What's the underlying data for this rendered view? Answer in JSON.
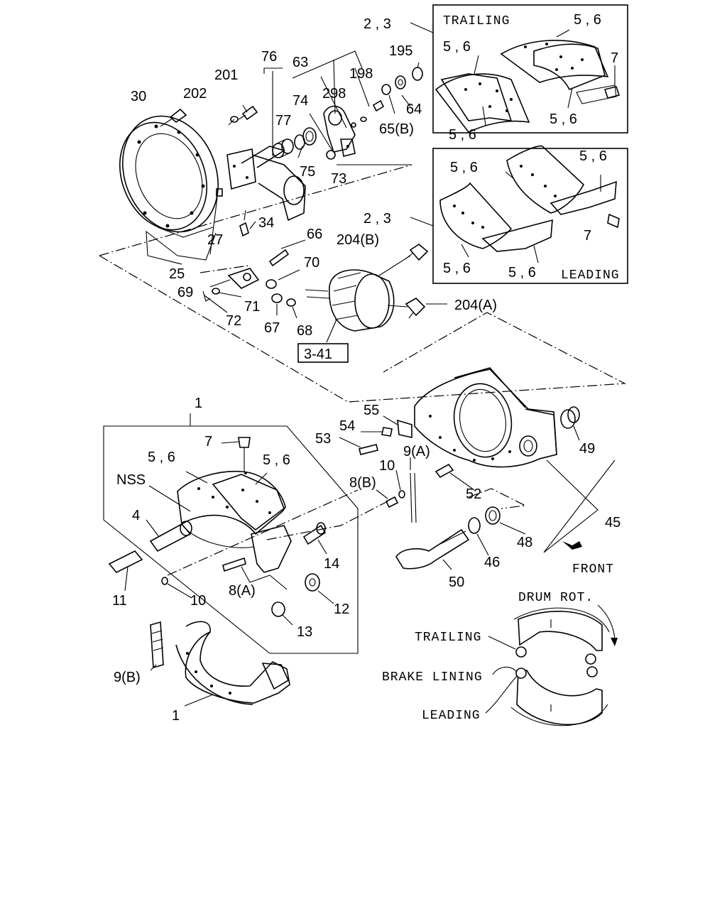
{
  "callouts": {
    "c_2_3_top": "2 , 3",
    "c_195": "195",
    "c_76": "76",
    "c_63": "63",
    "c_198": "198",
    "c_201": "201",
    "c_202": "202",
    "c_30": "30",
    "c_74": "74",
    "c_298": "298",
    "c_64": "64",
    "c_65b": "65(B)",
    "c_77": "77",
    "c_75": "75",
    "c_73": "73",
    "c_34": "34",
    "c_27": "27",
    "c_25": "25",
    "c_66": "66",
    "c_2_3_mid": "2 , 3",
    "c_204b": "204(B)",
    "c_70": "70",
    "c_69": "69",
    "c_71": "71",
    "c_72": "72",
    "c_67": "67",
    "c_68": "68",
    "c_204a": "204(A)",
    "c_3_41": "3-41",
    "c_1_top": "1",
    "c_7_left": "7",
    "c_56_l1": "5 , 6",
    "c_56_l2": "5 , 6",
    "c_nss": "NSS",
    "c_4": "4",
    "c_11": "11",
    "c_10_left": "10",
    "c_8a": "8(A)",
    "c_14": "14",
    "c_12": "12",
    "c_13": "13",
    "c_9b": "9(B)",
    "c_1_bottom": "1",
    "c_55": "55",
    "c_54": "54",
    "c_53": "53",
    "c_9a": "9(A)",
    "c_10_mid": "10",
    "c_8b": "8(B)",
    "c_52": "52",
    "c_49": "49",
    "c_45": "45",
    "c_48": "48",
    "c_46": "46",
    "c_50": "50",
    "c_front": "FRONT",
    "c_trailing_box": "TRAILING",
    "c_t_56_a": "5 , 6",
    "c_t_56_b": "5 , 6",
    "c_t_56_c": "5 , 6",
    "c_t_56_d": "5 , 6",
    "c_t_7": "7",
    "c_leading_box": "LEADING",
    "c_l_56_a": "5 , 6",
    "c_l_56_b": "5 , 6",
    "c_l_56_c": "5 , 6",
    "c_l_56_d": "5 , 6",
    "c_l_7": "7",
    "c_drum_rot": "DRUM ROT.",
    "c_trailing_legend": "TRAILING",
    "c_brake_lining": "BRAKE LINING",
    "c_leading_legend": "LEADING"
  }
}
